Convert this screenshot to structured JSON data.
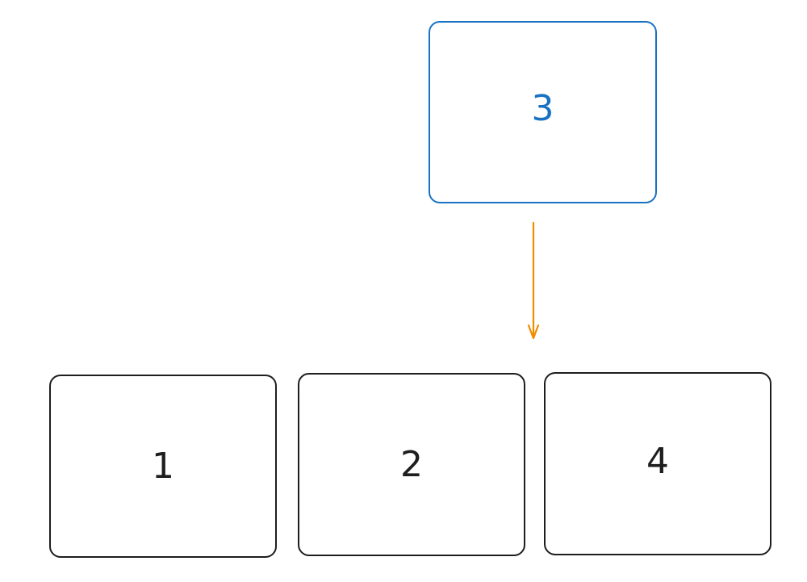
{
  "colors": {
    "default_stroke": "#1e1e1e",
    "highlight_stroke": "#1971c2",
    "arrow": "#f08c00",
    "background": "#ffffff"
  },
  "boxes": {
    "box1": {
      "label": "1"
    },
    "box2": {
      "label": "2"
    },
    "box3": {
      "label": "3"
    },
    "box4": {
      "label": "4"
    }
  },
  "arrow": {
    "from": "3",
    "direction": "down"
  }
}
